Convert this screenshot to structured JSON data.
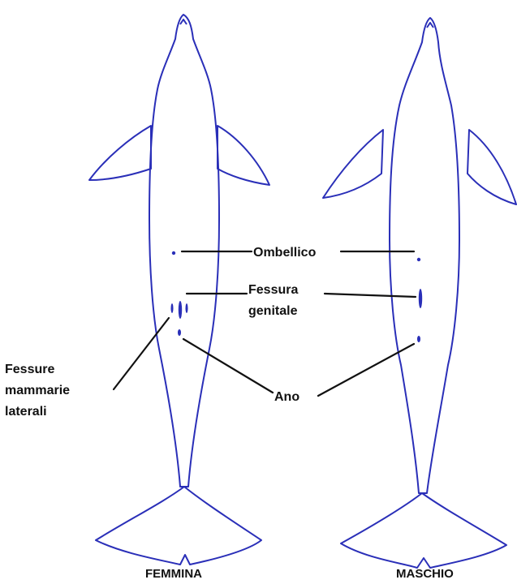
{
  "labels": {
    "umbilicus": "Ombellico",
    "genital_slit_line1": "Fessura",
    "genital_slit_line2": "genitale",
    "mammary_slits_line1": "Fessure",
    "mammary_slits_line2": "mammarie",
    "mammary_slits_line3": "laterali",
    "anus": "Ano",
    "female": "FEMMINA",
    "male": "MASCHIO"
  },
  "colors": {
    "ink": "#2a2fb8",
    "shading": "#4a52d0",
    "text": "#111111",
    "background": "#ffffff"
  }
}
